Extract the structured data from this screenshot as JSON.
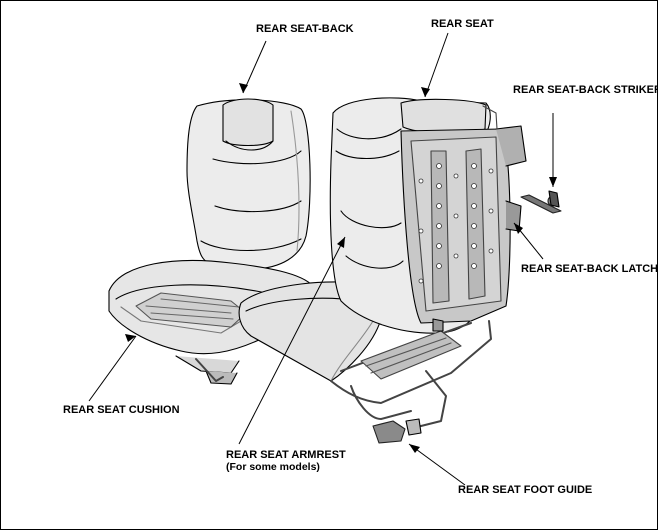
{
  "labels": {
    "rear_seat_back": "REAR SEAT-BACK",
    "rear_seat": "REAR SEAT",
    "rear_seat_back_striker": "REAR SEAT-BACK STRIKER",
    "rear_seat_back_latch": "REAR SEAT-BACK LATCH",
    "rear_seat_cushion": "REAR SEAT CUSHION",
    "rear_seat_armrest": "REAR SEAT ARMREST",
    "rear_seat_armrest_note": "(For some models)",
    "rear_seat_foot_guide": "REAR SEAT FOOT GUIDE"
  },
  "colors": {
    "line": "#000000",
    "seat_fill": "#ececec",
    "seat_shade": "#d6d6d6",
    "frame_fill": "#c8c8c8",
    "frame_dark": "#8a8a8a"
  }
}
